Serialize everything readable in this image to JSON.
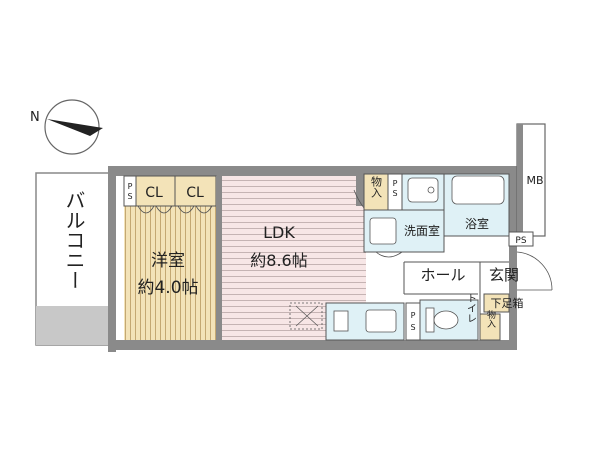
{
  "compass": {
    "letter": "N"
  },
  "rooms": {
    "balcony": "バルコニー",
    "western_room": "洋室",
    "western_size": "約4.0帖",
    "ldk": "LDK",
    "ldk_size": "約8.6帖",
    "closet_1": "CL",
    "closet_2": "CL",
    "storage_top": "物入",
    "washroom": "洗面室",
    "bath": "浴室",
    "hall": "ホール",
    "entrance": "玄関",
    "toilet": "トイレ",
    "shoe_box": "下足箱",
    "storage_small": "物入",
    "mb": "MB",
    "ps_left": "PS",
    "ps_top": "PS",
    "ps_right": "PS",
    "ps_middle": "PS"
  },
  "colors": {
    "wall": "#8a8a8a",
    "balcony_gray": "#c8c8c8",
    "wood_floor": "#f3e3b8",
    "wood_line": "#b89a60",
    "ldk_floor": "#f7e6e6",
    "ldk_line": "#b9a6a6",
    "wet_floor": "#dff1f6",
    "line": "#555555"
  }
}
